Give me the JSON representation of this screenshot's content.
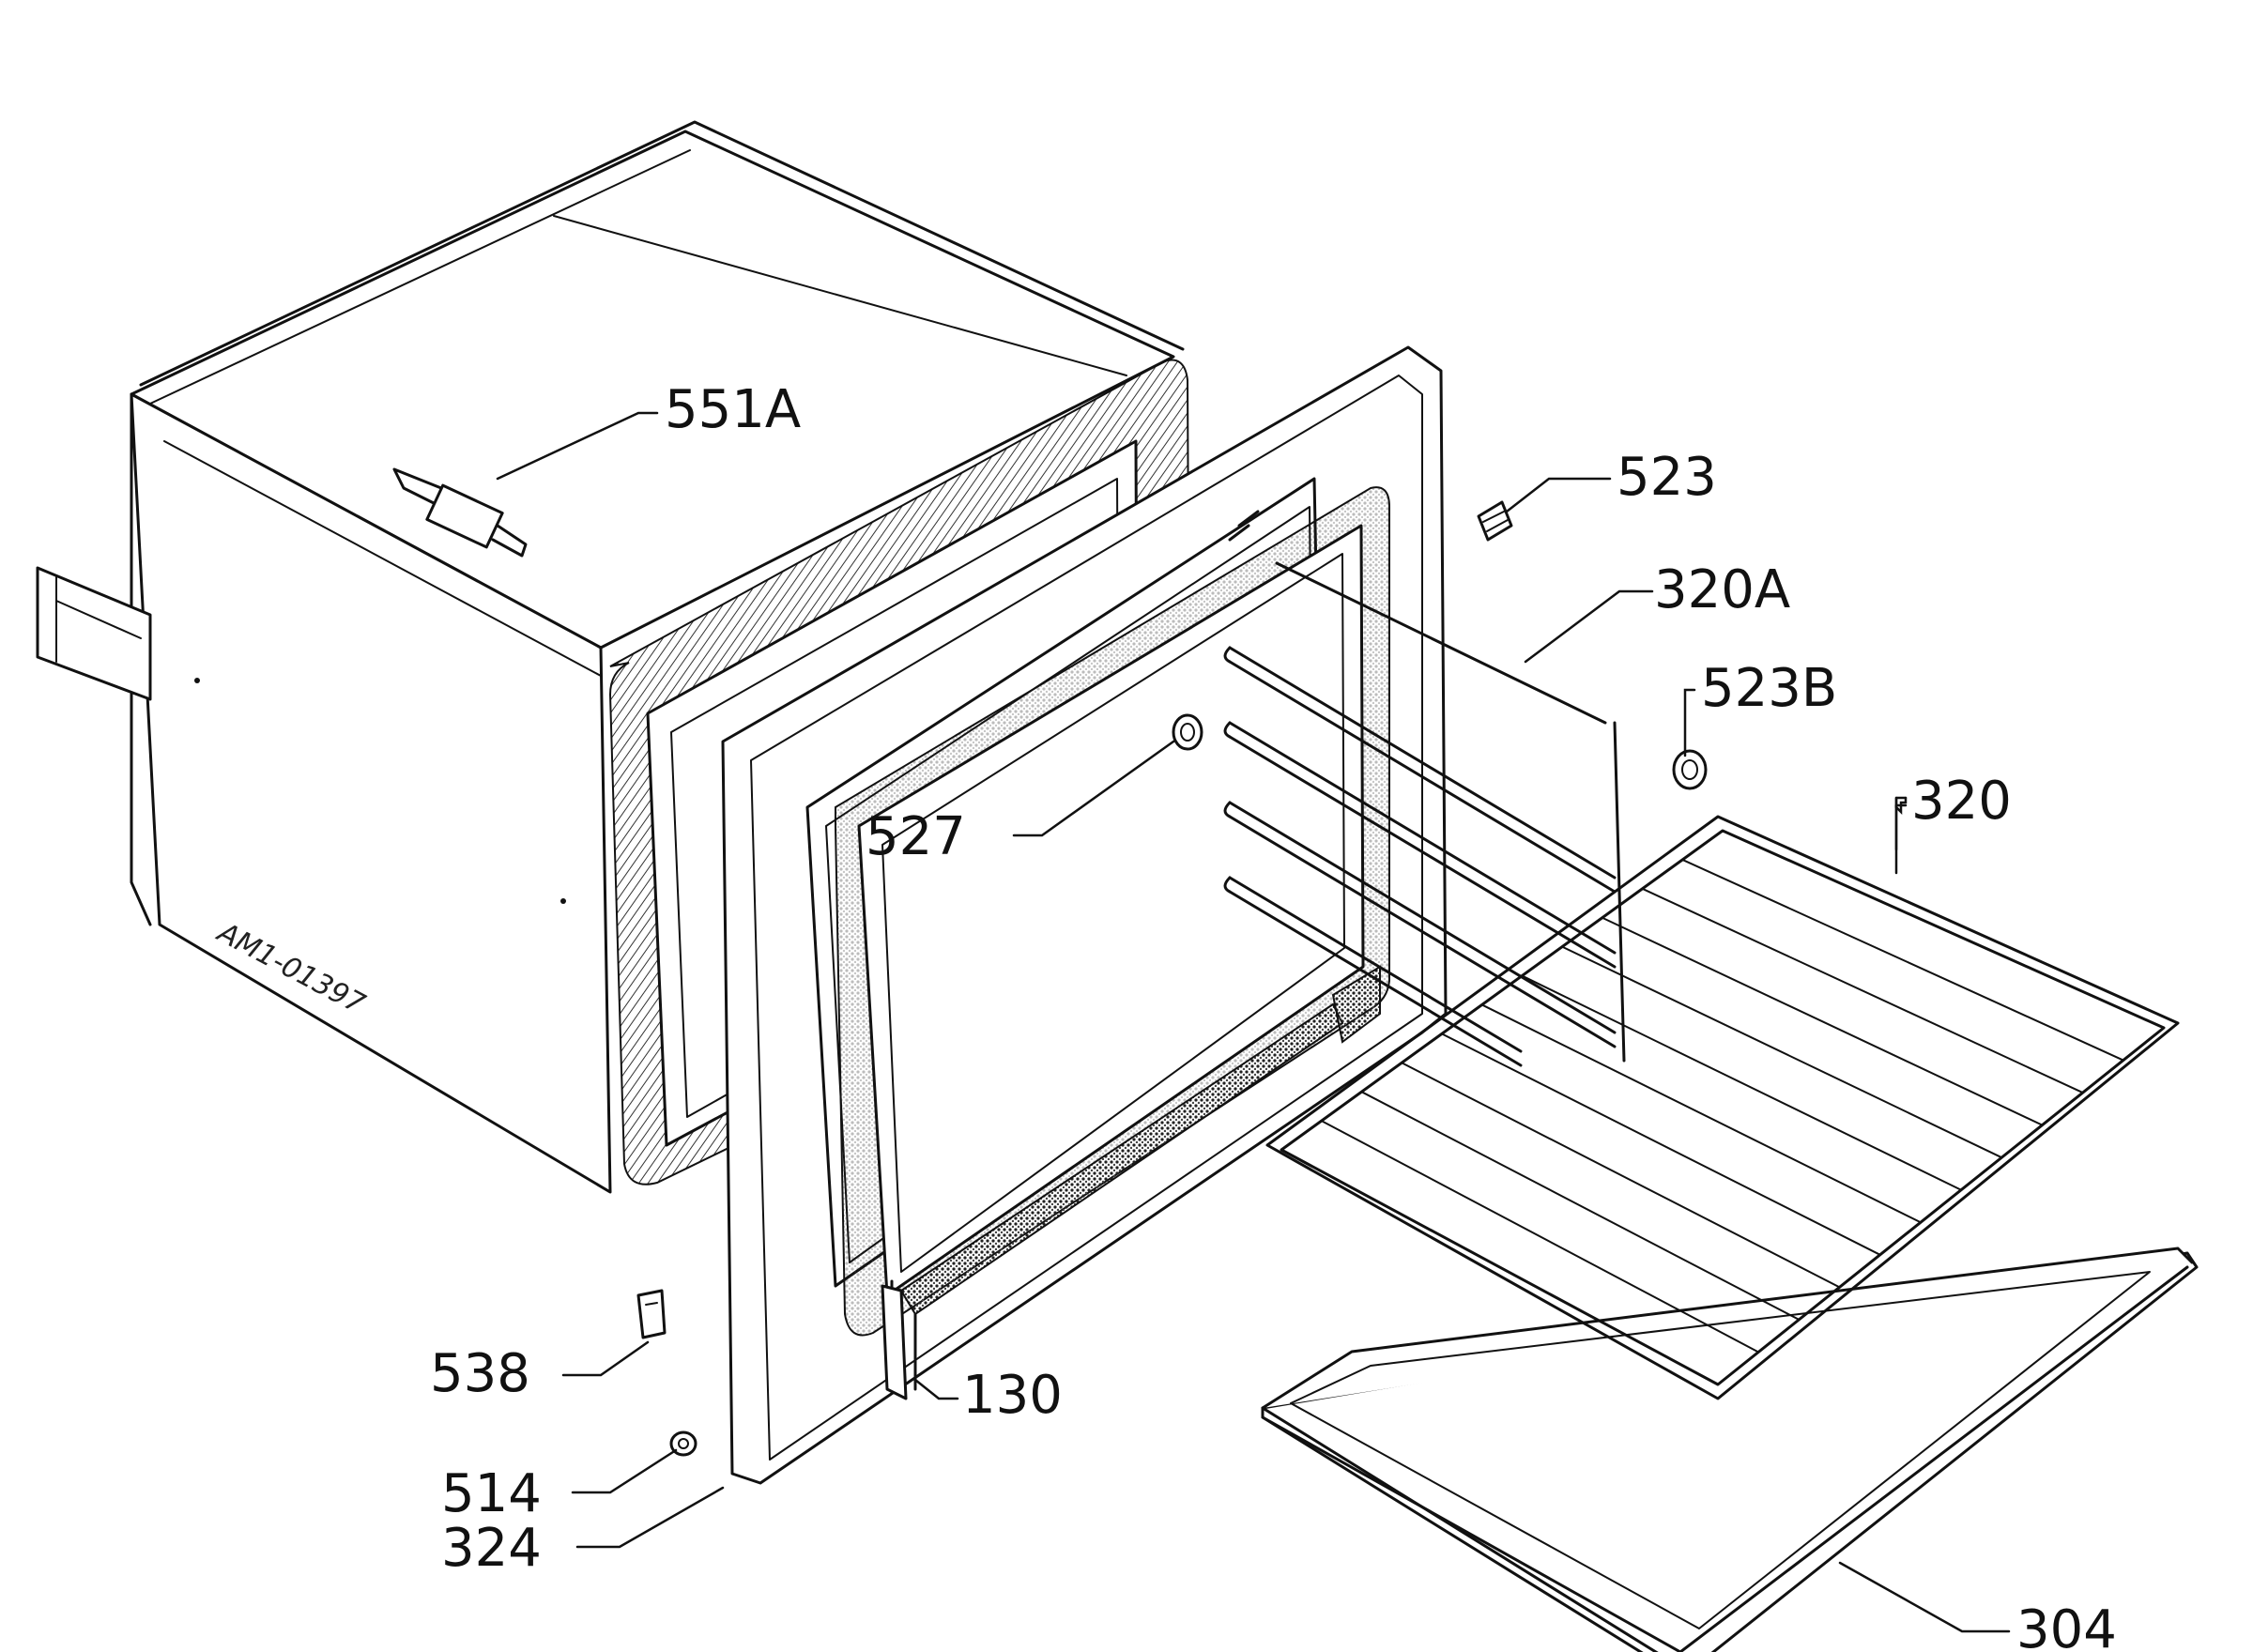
{
  "diagram": {
    "drawing_number": "AM1-01397",
    "callouts": [
      {
        "id": "551A",
        "label": "551A"
      },
      {
        "id": "523",
        "label": "523"
      },
      {
        "id": "320A",
        "label": "320A"
      },
      {
        "id": "523B",
        "label": "523B"
      },
      {
        "id": "320",
        "label": "320"
      },
      {
        "id": "527",
        "label": "527"
      },
      {
        "id": "538",
        "label": "538"
      },
      {
        "id": "130",
        "label": "130"
      },
      {
        "id": "514",
        "label": "514"
      },
      {
        "id": "324",
        "label": "324"
      },
      {
        "id": "304",
        "label": "304"
      }
    ]
  }
}
